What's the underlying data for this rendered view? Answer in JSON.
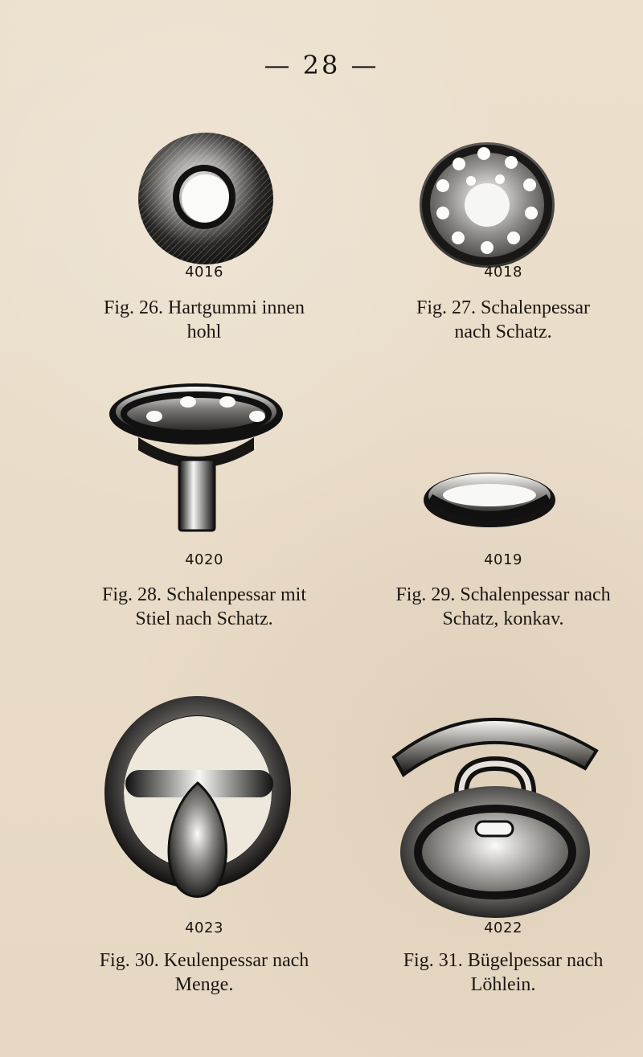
{
  "page": {
    "number": "— 28 —"
  },
  "figures": [
    {
      "id": "4016",
      "caption_lines": [
        "Fig. 26. Hartgummi innen",
        "hohl"
      ]
    },
    {
      "id": "4018",
      "caption_lines": [
        "Fig. 27. Schalenpessar",
        "nach Schatz."
      ]
    },
    {
      "id": "4020",
      "caption_lines": [
        "Fig. 28. Schalenpessar mit",
        "Stiel nach Schatz."
      ]
    },
    {
      "id": "4019",
      "caption_lines": [
        "Fig. 29. Schalenpessar nach",
        "Schatz, konkav."
      ]
    },
    {
      "id": "4023",
      "caption_lines": [
        "Fig. 30. Keulenpessar nach",
        "Menge."
      ]
    },
    {
      "id": "4022",
      "caption_lines": [
        "Fig. 31. Bügelpessar nach",
        "Löhlein."
      ]
    }
  ]
}
